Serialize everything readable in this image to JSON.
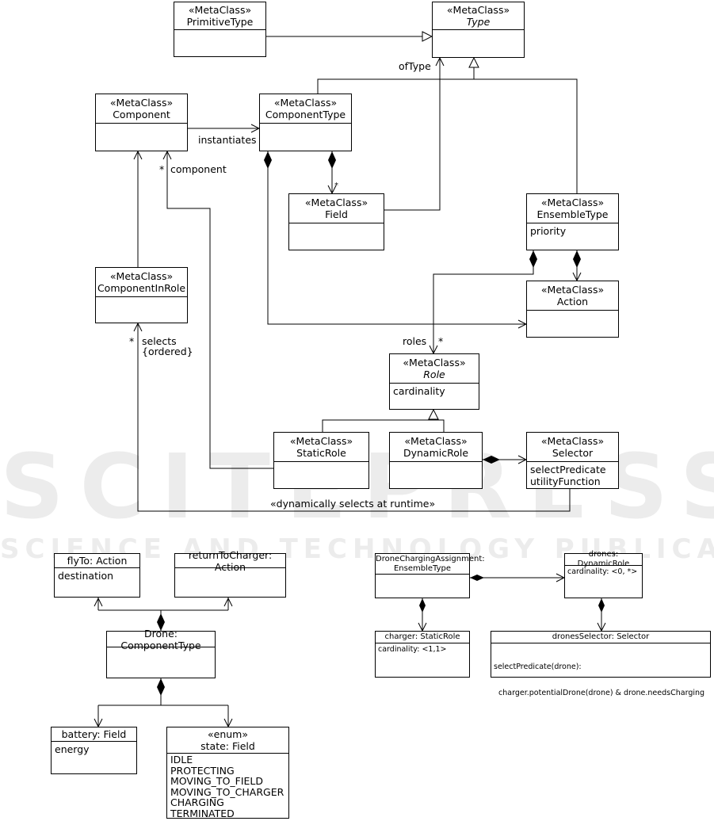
{
  "watermark": {
    "main": "SCITEPRESS",
    "sub": "SCIENCE AND TECHNOLOGY PUBLICATIONS"
  },
  "metamodel": {
    "primitive_type": {
      "stereotype": "«MetaClass»",
      "name": "PrimitiveType"
    },
    "type": {
      "stereotype": "«MetaClass»",
      "name": "Type"
    },
    "component": {
      "stereotype": "«MetaClass»",
      "name": "Component"
    },
    "component_type": {
      "stereotype": "«MetaClass»",
      "name": "ComponentType"
    },
    "field": {
      "stereotype": "«MetaClass»",
      "name": "Field"
    },
    "ensemble_type": {
      "stereotype": "«MetaClass»",
      "name": "EnsembleType",
      "attributes": [
        "priority"
      ]
    },
    "component_in_role": {
      "stereotype": "«MetaClass»",
      "name": "ComponentInRole"
    },
    "action": {
      "stereotype": "«MetaClass»",
      "name": "Action"
    },
    "role": {
      "stereotype": "«MetaClass»",
      "name": "Role",
      "attributes": [
        "cardinality"
      ]
    },
    "static_role": {
      "stereotype": "«MetaClass»",
      "name": "StaticRole"
    },
    "dynamic_role": {
      "stereotype": "«MetaClass»",
      "name": "DynamicRole"
    },
    "selector": {
      "stereotype": "«MetaClass»",
      "name": "Selector",
      "attributes": [
        "selectPredicate",
        "utilityFunction"
      ]
    }
  },
  "labels": {
    "of_type": "ofType",
    "instantiates": "instantiates",
    "component": "component",
    "component_mult": "*",
    "field_mult": "*",
    "roles": "roles",
    "roles_mult": "*",
    "selects": "selects",
    "ordered": "{ordered}",
    "selects_mult": "*",
    "dynamic_selects": "«dynamically selects at runtime»"
  },
  "drone_model": {
    "fly_to": {
      "name": "flyTo: Action",
      "attributes": [
        "destination"
      ]
    },
    "return_to_charger": {
      "name": "returnToCharger: Action",
      "attributes": []
    },
    "drone": {
      "name": "Drone: ComponentType",
      "attributes": []
    },
    "battery": {
      "name": "battery: Field",
      "attributes": [
        "energy"
      ]
    },
    "state": {
      "stereotype": "«enum»",
      "name": "state: Field",
      "attributes": [
        "IDLE",
        "PROTECTING",
        "MOVING_TO_FIELD",
        "MOVING_TO_CHARGER",
        "CHARGING",
        "TERMINATED"
      ]
    }
  },
  "ensemble_model": {
    "assignment": {
      "line1": "DroneChargingAssignment:",
      "line2": "EnsembleType"
    },
    "drones": {
      "name": "drones: DynamicRole",
      "attributes": [
        "cardinality: <0, *>"
      ]
    },
    "charger": {
      "name": "charger: StaticRole",
      "attributes": [
        "cardinality: <1,1>"
      ]
    },
    "drones_selector": {
      "name": "dronesSelector: Selector",
      "attributes": [
        "selectPredicate(drone):",
        "  charger.potentialDrone(drone) & drone.needsCharging"
      ]
    }
  }
}
